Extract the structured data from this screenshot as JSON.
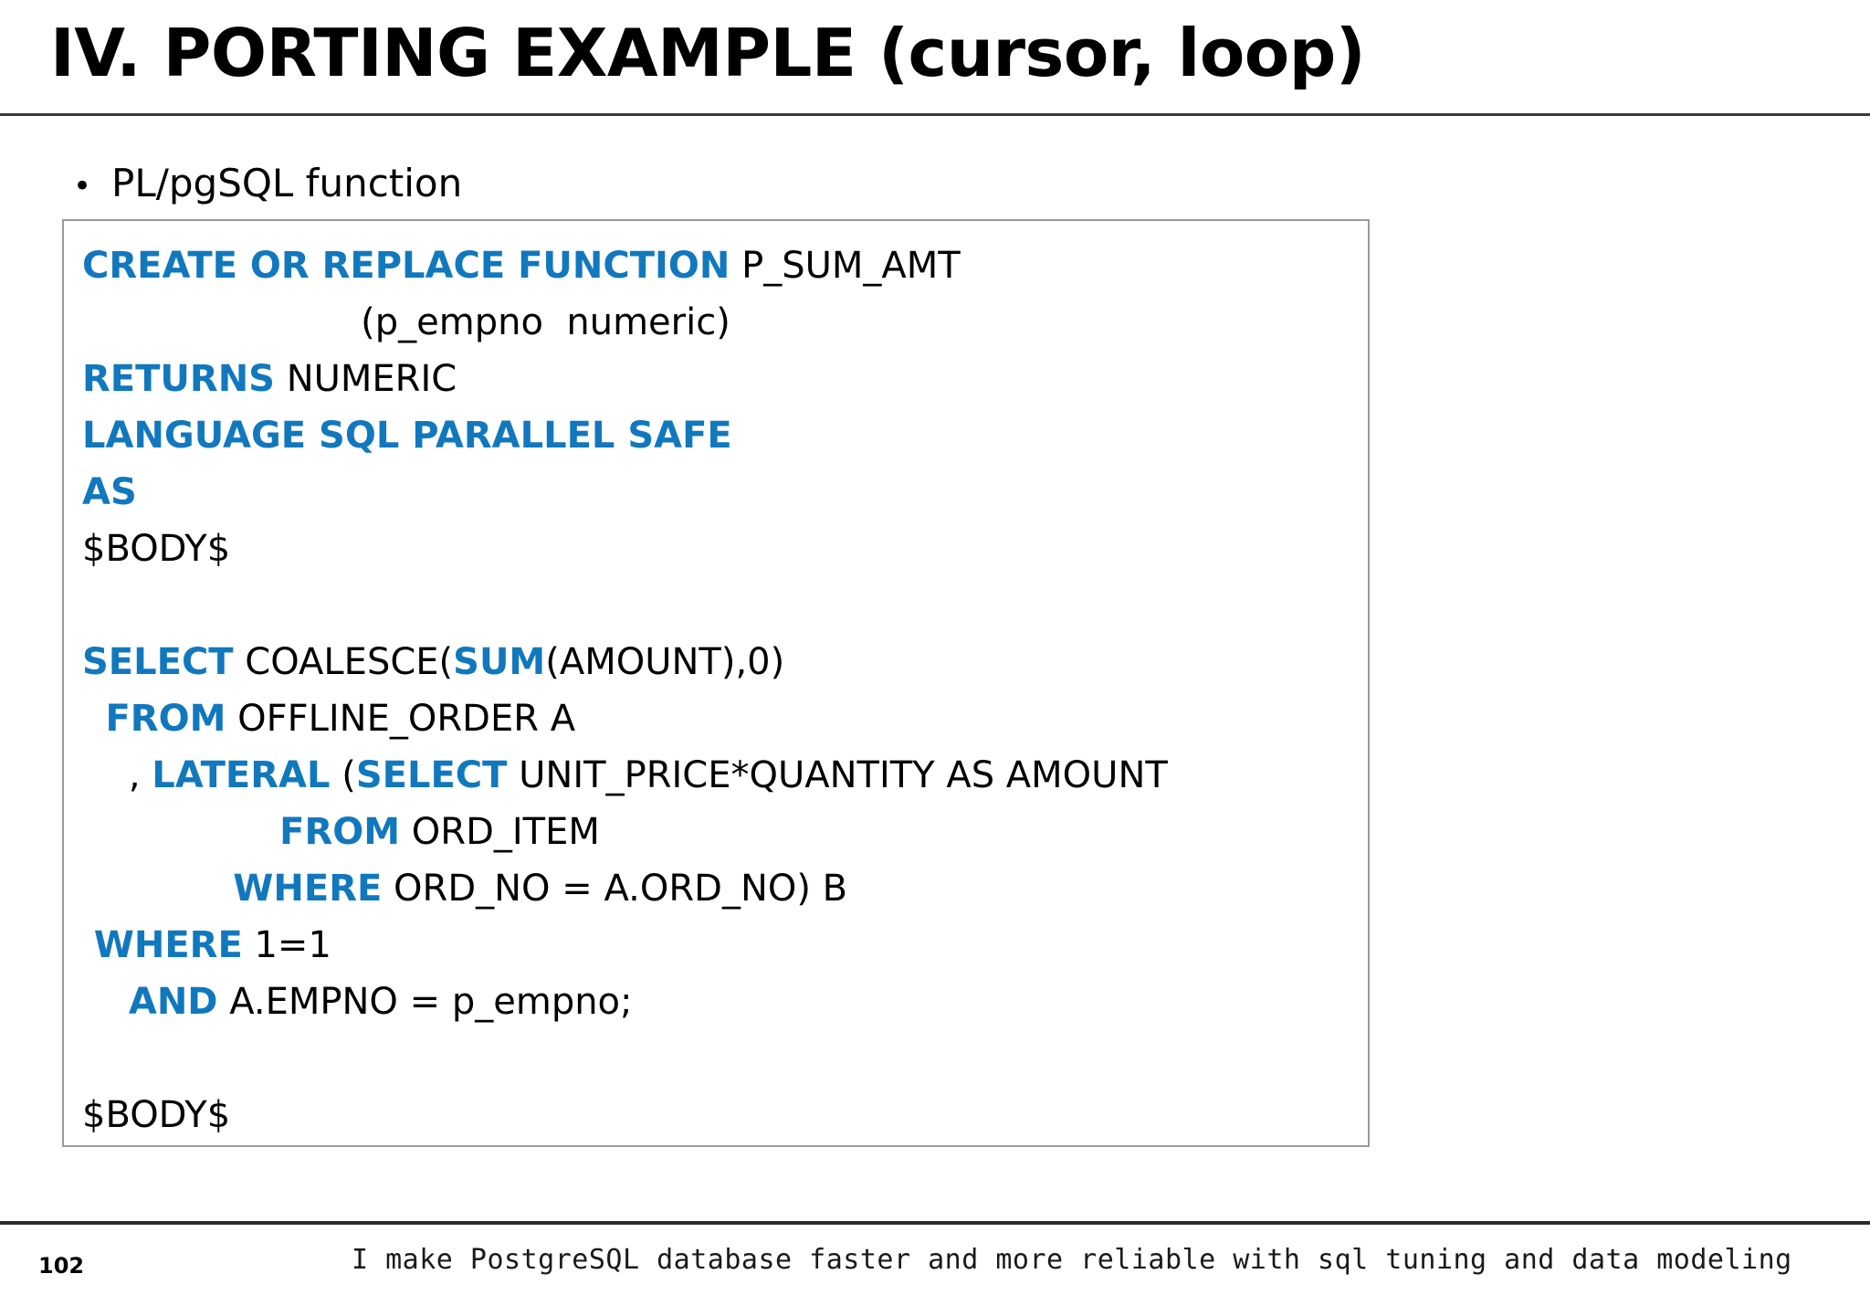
{
  "slide": {
    "title": "IV. PORTING EXAMPLE (cursor, loop)",
    "bullet_marker": "•",
    "bullet_text": "PL/pgSQL function",
    "accent_color": "#1178bd",
    "text_color": "#000000",
    "border_color": "#9a9a9a"
  },
  "code": {
    "language_label": "PL/pgSQL function",
    "lines": [
      {
        "indent": 0,
        "segments": [
          {
            "t": "CREATE OR REPLACE FUNCTION",
            "kw": true
          },
          {
            "t": " P_SUM_AMT",
            "kw": false
          }
        ]
      },
      {
        "indent": 0,
        "segments": [
          {
            "t": "                        (p_empno  numeric)",
            "kw": false
          }
        ]
      },
      {
        "indent": 0,
        "segments": [
          {
            "t": "RETURNS",
            "kw": true
          },
          {
            "t": " NUMERIC",
            "kw": false
          }
        ]
      },
      {
        "indent": 0,
        "segments": [
          {
            "t": "LANGUAGE SQL PARALLEL SAFE",
            "kw": true
          }
        ]
      },
      {
        "indent": 0,
        "segments": [
          {
            "t": "AS",
            "kw": true
          }
        ]
      },
      {
        "indent": 0,
        "segments": [
          {
            "t": "$BODY$",
            "kw": false
          }
        ]
      },
      {
        "indent": 0,
        "segments": [
          {
            "t": " ",
            "kw": false
          }
        ]
      },
      {
        "indent": 0,
        "segments": [
          {
            "t": "SELECT",
            "kw": true
          },
          {
            "t": " COALESCE(",
            "kw": false
          },
          {
            "t": "SUM",
            "kw": true
          },
          {
            "t": "(AMOUNT),0)",
            "kw": false
          }
        ]
      },
      {
        "indent": 0,
        "segments": [
          {
            "t": "  ",
            "kw": false
          },
          {
            "t": "FROM",
            "kw": true
          },
          {
            "t": " OFFLINE_ORDER A",
            "kw": false
          }
        ]
      },
      {
        "indent": 0,
        "segments": [
          {
            "t": "    , ",
            "kw": false
          },
          {
            "t": "LATERAL",
            "kw": true
          },
          {
            "t": " (",
            "kw": false
          },
          {
            "t": "SELECT",
            "kw": true
          },
          {
            "t": " UNIT_PRICE*QUANTITY AS AMOUNT",
            "kw": false
          }
        ]
      },
      {
        "indent": 0,
        "segments": [
          {
            "t": "                 ",
            "kw": false
          },
          {
            "t": "FROM",
            "kw": true
          },
          {
            "t": " ORD_ITEM",
            "kw": false
          }
        ]
      },
      {
        "indent": 0,
        "segments": [
          {
            "t": "             ",
            "kw": false
          },
          {
            "t": "WHERE",
            "kw": true
          },
          {
            "t": " ORD_NO = A.ORD_NO) B",
            "kw": false
          }
        ]
      },
      {
        "indent": 0,
        "segments": [
          {
            "t": " ",
            "kw": false
          },
          {
            "t": "WHERE",
            "kw": true
          },
          {
            "t": " 1=1",
            "kw": false
          }
        ]
      },
      {
        "indent": 0,
        "segments": [
          {
            "t": "    ",
            "kw": false
          },
          {
            "t": "AND",
            "kw": true
          },
          {
            "t": " A.EMPNO = p_empno;",
            "kw": false
          }
        ]
      },
      {
        "indent": 0,
        "segments": [
          {
            "t": " ",
            "kw": false
          }
        ]
      },
      {
        "indent": 0,
        "segments": [
          {
            "t": "$BODY$",
            "kw": false
          }
        ]
      }
    ]
  },
  "footer": {
    "page_number": "102",
    "tagline": "I make PostgreSQL database faster and more reliable with sql tuning and data modeling"
  }
}
